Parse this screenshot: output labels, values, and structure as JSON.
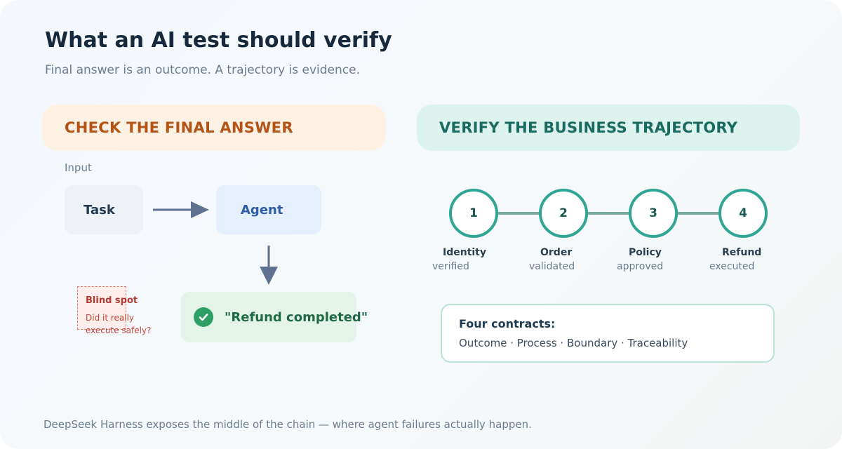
{
  "header": {
    "title": "What an AI test should verify",
    "subtitle": "Final answer is an outcome. A trajectory is evidence."
  },
  "left_panel": {
    "heading": "CHECK THE FINAL ANSWER",
    "input_label": "Input",
    "task_label": "Task",
    "agent_label": "Agent",
    "result_text": "\"Refund completed\"",
    "blind_spot": {
      "title": "Blind spot",
      "line1": "Did it really",
      "line2": "execute safely?"
    }
  },
  "right_panel": {
    "heading": "VERIFY THE BUSINESS TRAJECTORY",
    "steps": [
      {
        "number": "1",
        "name": "Identity",
        "state": "verified"
      },
      {
        "number": "2",
        "name": "Order",
        "state": "validated"
      },
      {
        "number": "3",
        "name": "Policy",
        "state": "approved"
      },
      {
        "number": "4",
        "name": "Refund",
        "state": "executed"
      }
    ],
    "contracts": {
      "title": "Four contracts:",
      "items": "Outcome · Process · Boundary · Traceability"
    }
  },
  "footer": "DeepSeek Harness exposes the middle of the chain — where agent failures actually happen.",
  "colors": {
    "left_accent": "#b45316",
    "right_accent": "#1a6b5f",
    "step_ring": "#2fa694",
    "arrow": "#5f7290",
    "success": "#2ea063",
    "warning": "#b23a30"
  }
}
